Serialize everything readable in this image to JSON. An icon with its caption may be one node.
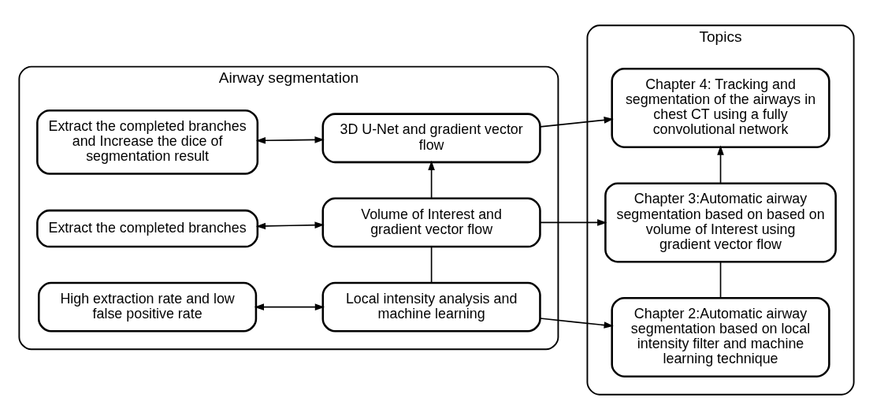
{
  "diagram": {
    "nodes": [
      {
        "text": [
          "Airway segmentation"
        ]
      },
      {
        "text": [
          "High extraction rate and low false positive rate"
        ],
        "in": 0
      },
      {
        "text": [
          "Local intensity analysis and machine learning"
        ],
        "in": 0
      },
      {
        "text": [
          "Extract the completed branches"
        ],
        "in": 0
      },
      {
        "text": [
          "Volume of Interest and gradient vector flow"
        ],
        "in": 0
      },
      {
        "text": [
          "Extract the completed branches and Increase the dice of segmentation result"
        ],
        "in": 0
      },
      {
        "text": [
          "3D U-Net and gradient vector flow"
        ],
        "in": 0
      },
      {
        "text": [
          "Topics"
        ]
      },
      {
        "text": [
          "Chapter 2:Automatic airway segmentation based on local intensity filter and machine learning technique"
        ],
        "in": 7
      },
      {
        "text": [
          "Chapter 3:Automatic airway segmentation based on based on volume of Interest using gradient vector flow"
        ],
        "in": 7
      },
      {
        "text": [
          "Chapter 4: Tracking and segmentation of the airways in chest CT using a fully convolutional network"
        ],
        "in": 7
      }
    ],
    "edges": [
      {
        "from": 1,
        "to": 2,
        "arrow": "both"
      },
      {
        "from": 2,
        "to": 8,
        "arrow": "to"
      },
      {
        "from": 2,
        "to": 4,
        "arrow": "none"
      },
      {
        "from": 3,
        "to": 4,
        "arrow": "both"
      },
      {
        "from": 4,
        "to": 9,
        "arrow": "to"
      },
      {
        "from": 4,
        "to": 6,
        "arrow": "to"
      },
      {
        "from": 5,
        "to": 6,
        "arrow": "both"
      },
      {
        "from": 6,
        "to": 10,
        "arrow": "to"
      },
      {
        "from": 8,
        "to": 9,
        "arrow": "none"
      },
      {
        "from": 9,
        "to": 10,
        "arrow": "to"
      }
    ]
  }
}
